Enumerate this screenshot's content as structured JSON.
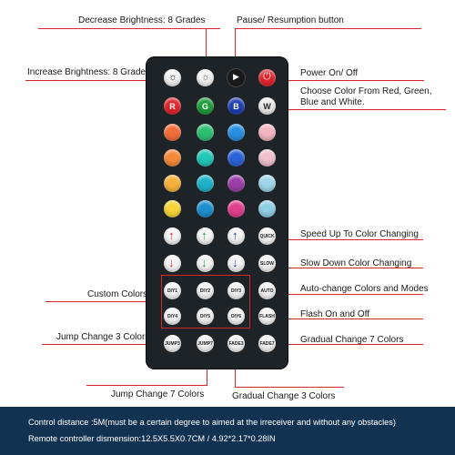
{
  "annotations": {
    "decrease_brightness": "Decrease Brightness: 8 Grades",
    "pause": "Pause/ Resumption button",
    "increase_brightness": "Increase Brightness: 8 Grades",
    "power": "Power On/ Off",
    "choose_color": "Choose Color From Red, Green, Blue and White.",
    "speed_up": "Speed Up To Color Changing",
    "slow_down": "Slow Down Color Changing",
    "custom_colors": "Custom Colors",
    "auto_change": "Auto-change Colors and Modes",
    "flash": "Flash On and Off",
    "jump3": "Jump Change 3 Colors",
    "gradual7": "Gradual Change 7 Colors",
    "jump7": "Jump Change 7 Colors",
    "gradual3": "Gradual Change 3 Colors"
  },
  "remote": {
    "rgbw": [
      "R",
      "G",
      "B",
      "W"
    ],
    "quick": "QUICK",
    "slow": "SLOW",
    "auto": "AUTO",
    "flash": "FLASH",
    "diy": [
      "DIY1",
      "DIY2",
      "DIY3",
      "DIY4",
      "DIY5",
      "DIY6"
    ],
    "jump3": "JUMP3",
    "jump7": "JUMP7",
    "fade3": "FADE3",
    "fade7": "FADE7",
    "color_grid": [
      [
        "#f26f3b",
        "#2fbf73",
        "#2a8fe0",
        "#f3b6c2"
      ],
      [
        "#f58a3a",
        "#22c7b8",
        "#2b63d8",
        "#f0c1cf"
      ],
      [
        "#f6b23c",
        "#1fb2c9",
        "#9b3ea8",
        "#9fd6ea"
      ],
      [
        "#f7d538",
        "#1d8fcf",
        "#e0408c",
        "#8fcfe6"
      ]
    ],
    "rgbw_colors": [
      "#e0262d",
      "#1f9b3a",
      "#1f3fb4",
      "#ececec"
    ]
  },
  "footer": {
    "line1": "Control distance :5M(must be a certain degree to aimed at the irreceiver and without any obstacles)",
    "line2": "Remote controller dismension:12.5X5.5X0.7CM / 4.92*2.17*0.28IN"
  }
}
